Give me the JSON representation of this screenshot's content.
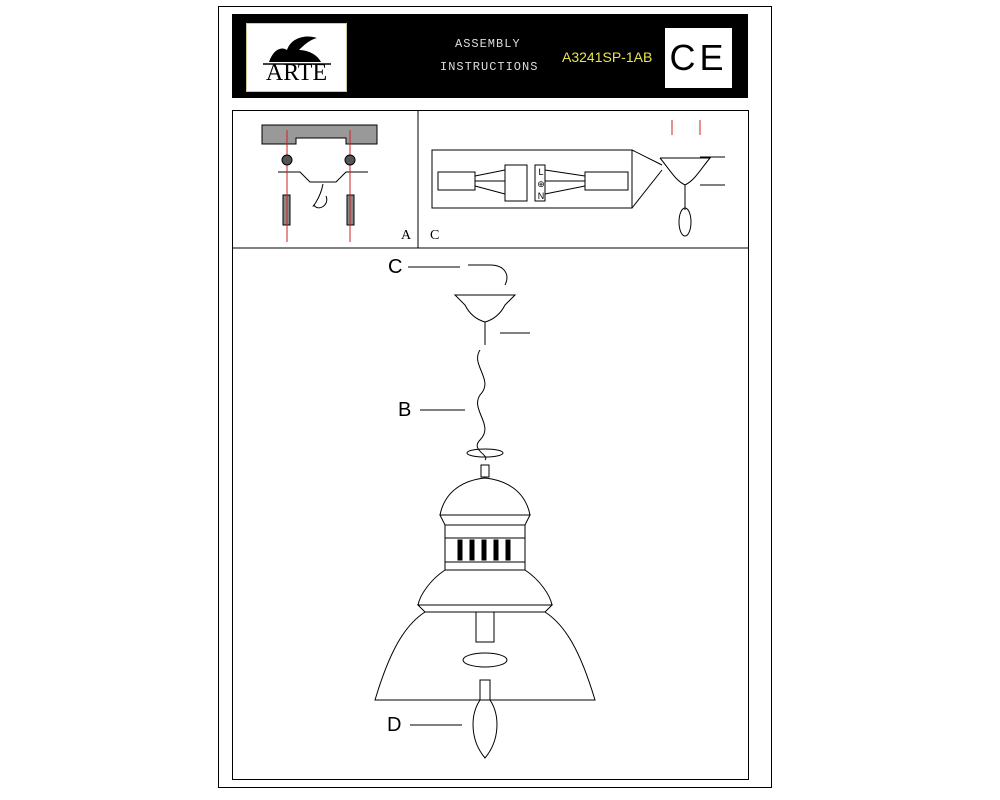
{
  "header": {
    "brand": "ARTE",
    "title_line1": "ASSEMBLY",
    "title_line2": "INSTRUCTIONS",
    "model": "A3241SP-1AB",
    "certification": "CE"
  },
  "labels": {
    "step_a": "A",
    "step_c_top": "C",
    "step_c": "C",
    "part_b": "B",
    "part_d": "D"
  },
  "wiring": {
    "terminals": [
      "L",
      "⊕",
      "N"
    ]
  },
  "colors": {
    "header_bg": "#000000",
    "model_text": "#e5e550",
    "guide_line": "#cc2222"
  }
}
